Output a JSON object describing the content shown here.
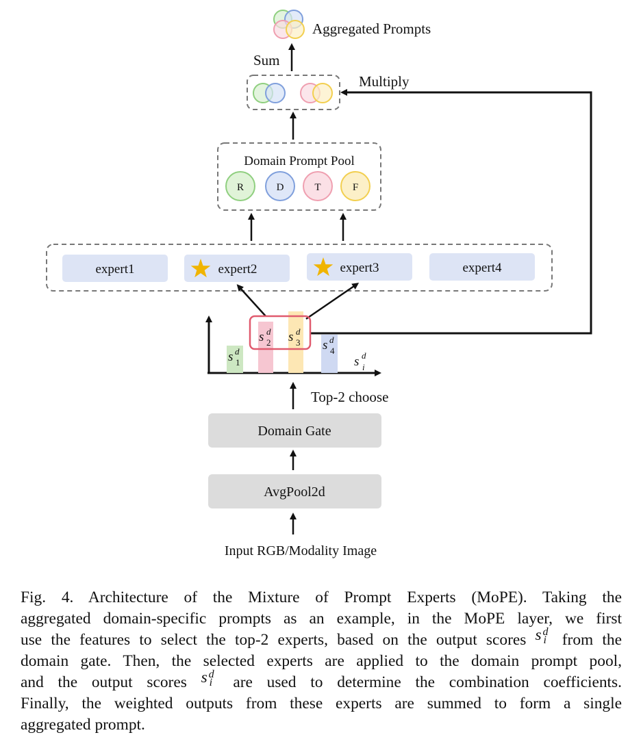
{
  "diagram": {
    "top_label": "Aggregated Prompts",
    "sum_label": "Sum",
    "multiply_label": "Multiply",
    "pool_title": "Domain Prompt Pool",
    "pool_items": [
      "R",
      "D",
      "T",
      "F"
    ],
    "experts": [
      "expert1",
      "expert2",
      "expert3",
      "expert4"
    ],
    "selected_experts": [
      "expert2",
      "expert3"
    ],
    "scores": [
      "s",
      "s",
      "s",
      "s"
    ],
    "score_sup": "d",
    "score_subs": [
      "1",
      "2",
      "3",
      "4"
    ],
    "axis_label_base": "s",
    "axis_label_sup": "d",
    "axis_label_sub": "i",
    "top_choose_label": "Top-2 choose",
    "domain_gate": "Domain Gate",
    "avgpool": "AvgPool2d",
    "input_label": "Input RGB/Modality Image",
    "colors": {
      "R": "#8fcf7f",
      "D": "#7f9fdc",
      "T": "#ef9fb0",
      "F": "#f2cf4f",
      "expert_box": "#dde4f5",
      "gate_box": "#dcdcdc",
      "highlight": "#e05a6e",
      "star": "#f0b400"
    }
  },
  "caption": {
    "lines": [
      "Fig. 4.    Architecture of the Mixture of Prompt Experts (MoPE). Taking the",
      "aggregated domain-specific prompts as an example, in the MoPE layer, we first",
      "use the features to select the top-2 experts, based on the output scores",
      "from the",
      "domain gate. Then, the selected experts are applied to the domain prompt pool,",
      "and the output scores",
      "are used to determine the combination coefficients.",
      "Finally, the weighted outputs from these experts are summed to form a single",
      "aggregated prompt."
    ]
  }
}
